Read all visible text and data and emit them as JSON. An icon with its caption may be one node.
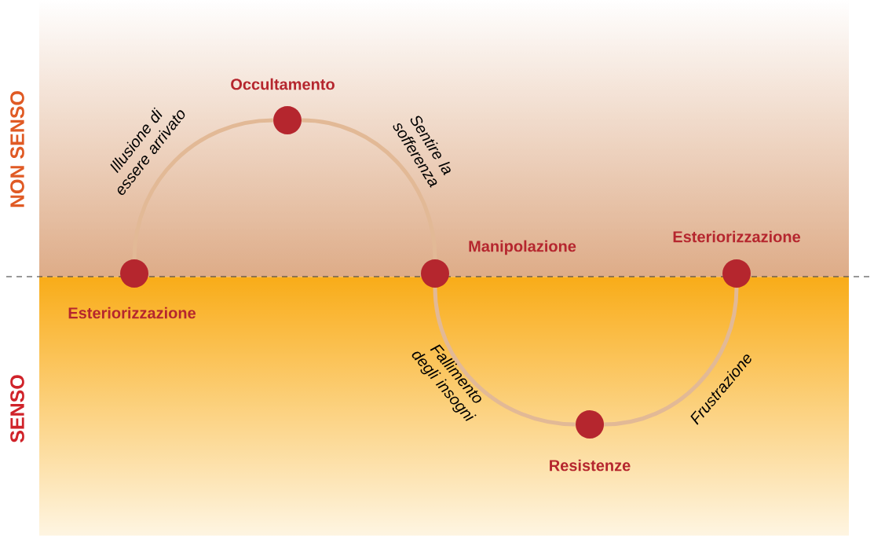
{
  "diagram": {
    "nodes": [
      {
        "text": [
          "Esteriorizzazione"
        ]
      },
      {
        "text": [
          "Occultamento"
        ]
      },
      {
        "text": [
          "Manipolazione"
        ]
      },
      {
        "text": [
          "Resistenze"
        ]
      },
      {
        "text": [
          "Esteriorizzazione"
        ]
      }
    ],
    "edges": [
      {
        "from": 0,
        "to": 1,
        "arrow": "none",
        "label": "Illusione di essere arrivato"
      },
      {
        "from": 1,
        "to": 2,
        "arrow": "none",
        "label": "Sentire la sofferenza"
      },
      {
        "from": 2,
        "to": 3,
        "arrow": "none",
        "label": "Fallimento degli insogni"
      },
      {
        "from": 3,
        "to": 4,
        "arrow": "none",
        "label": "Frustrazione"
      }
    ],
    "labels": [
      "NON SENSO",
      "SENSO"
    ]
  }
}
